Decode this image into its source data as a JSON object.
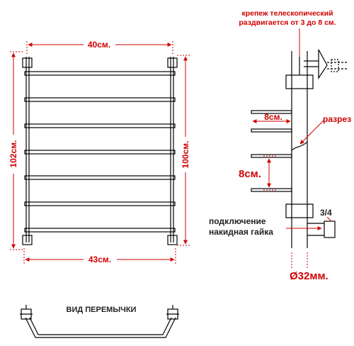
{
  "dimensions": {
    "width_top": "40см.",
    "width_bottom": "43см.",
    "height_outer": "102см.",
    "height_inner": "100см.",
    "rung_depth": "8см.",
    "rung_spacing": "8см."
  },
  "labels": {
    "mount_line1": "крепеж телескопический",
    "mount_line2": "раздвигается от 3 до 8 см.",
    "cut": "разрез",
    "connection_line1": "подключение",
    "connection_line2": "накидная гайка",
    "thread": "3/4",
    "pipe_diameter": "Ø32мм.",
    "jumper_view": "ВИД ПЕРЕМЫЧКИ"
  },
  "colors": {
    "line": "#000000",
    "dimension": "#d00000"
  }
}
